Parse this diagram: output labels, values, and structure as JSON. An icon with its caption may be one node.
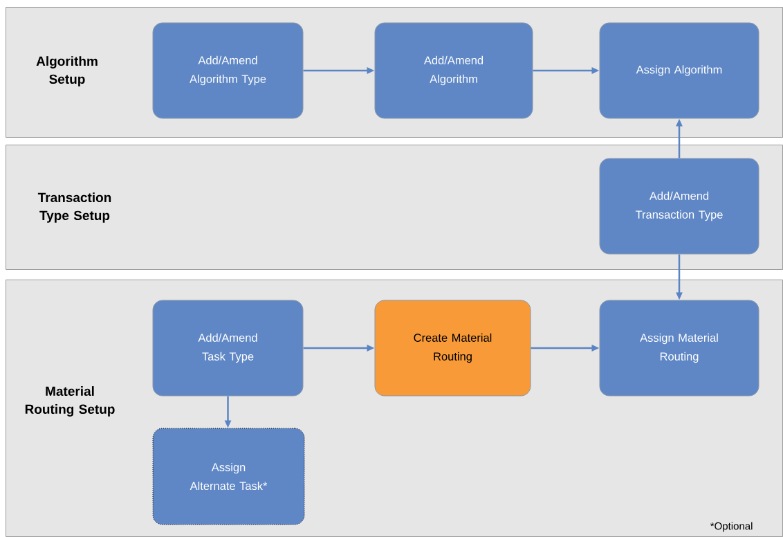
{
  "diagram": {
    "nodes": [
      {
        "text": [
          "Algorithm Setup"
        ]
      },
      {
        "text": [
          "Add/Amend Algorithm Type"
        ],
        "in": 0
      },
      {
        "text": [
          "Add/Amend Algorithm"
        ],
        "in": 0
      },
      {
        "text": [
          "Assign Algorithm"
        ],
        "in": 0
      },
      {
        "text": [
          "Transaction Type Setup"
        ]
      },
      {
        "text": [
          "Add/Amend Transaction Type"
        ],
        "in": 4
      },
      {
        "text": [
          "Material Routing Setup"
        ]
      },
      {
        "text": [
          "Add/Amend Task Type"
        ],
        "in": 6
      },
      {
        "text": [
          "Create Material Routing"
        ],
        "in": 6
      },
      {
        "text": [
          "Assign Material Routing"
        ],
        "in": 6
      },
      {
        "text": [
          "Assign Alternate Task*"
        ],
        "in": 6
      }
    ],
    "edges": [
      {
        "from": 1,
        "to": 2,
        "arrow": "to"
      },
      {
        "from": 2,
        "to": 3,
        "arrow": "to"
      },
      {
        "from": 5,
        "to": 3,
        "arrow": "to"
      },
      {
        "from": 5,
        "to": 9,
        "arrow": "to"
      },
      {
        "from": 7,
        "to": 8,
        "arrow": "to"
      },
      {
        "from": 8,
        "to": 9,
        "arrow": "to"
      },
      {
        "from": 7,
        "to": 10,
        "arrow": "to"
      }
    ],
    "labels": [
      "*Optional"
    ]
  }
}
